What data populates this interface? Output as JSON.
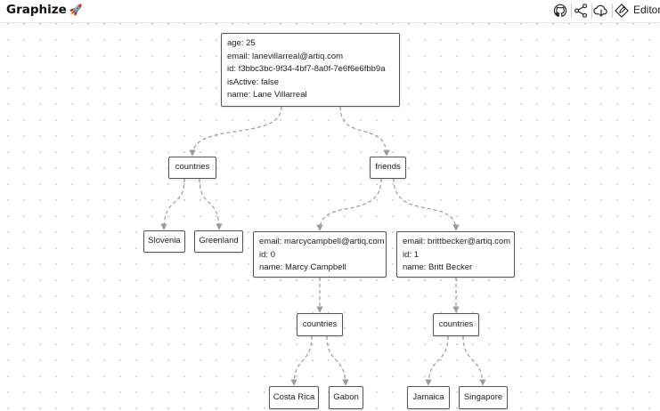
{
  "header": {
    "title": "Graphize",
    "title_emoji": "🚀",
    "icons": [
      "github-icon",
      "share-icon",
      "download-icon",
      "editor-icon"
    ],
    "editor_label": "Editor"
  },
  "graph": {
    "root": {
      "rows": [
        {
          "key": "age",
          "value": "25"
        },
        {
          "key": "email",
          "value": "lanevillarreal@artiq.com"
        },
        {
          "key": "id",
          "value": "f3bbc3bc-9f34-4bf7-8a0f-7e6f6e6fbb9a"
        },
        {
          "key": "isActive",
          "value": "false"
        },
        {
          "key": "name",
          "value": "Lane Villarreal"
        }
      ]
    },
    "root_countries": {
      "label": "countries",
      "children": [
        "Slovenia",
        "Greenland"
      ]
    },
    "friends": {
      "label": "friends",
      "items": [
        {
          "rows": [
            {
              "key": "email",
              "value": "marcycampbell@artiq.com"
            },
            {
              "key": "id",
              "value": "0"
            },
            {
              "key": "name",
              "value": "Marcy Campbell"
            }
          ],
          "countries_label": "countries",
          "countries": [
            "Costa Rica",
            "Gabon"
          ]
        },
        {
          "rows": [
            {
              "key": "email",
              "value": "brittbecker@artiq.com"
            },
            {
              "key": "id",
              "value": "1"
            },
            {
              "key": "name",
              "value": "Britt Becker"
            }
          ],
          "countries_label": "countries",
          "countries": [
            "Jamaica",
            "Singapore"
          ]
        }
      ]
    }
  },
  "colors": {
    "edge": "#9a9a9a",
    "node_border": "#555555",
    "canvas_dot": "#c9c9c9"
  }
}
